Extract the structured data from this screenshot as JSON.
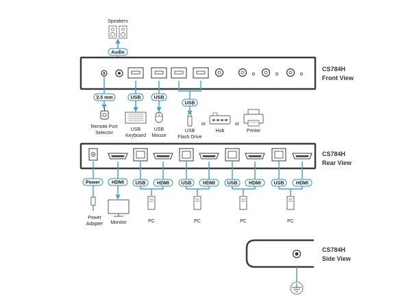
{
  "colors": {
    "line": "#4aa3c8",
    "device": "#3a3a3a",
    "outline": "#555555",
    "badge_fill": "#ffffff"
  },
  "views": {
    "front": {
      "model": "CS784H",
      "name": "Front View"
    },
    "rear": {
      "model": "CS784H",
      "name": "Rear View"
    },
    "side": {
      "model": "CS784H",
      "name": "Side View"
    }
  },
  "front": {
    "speakers_label": "Speakers",
    "audio_badge": "Audio",
    "mm_badge": "2.5 mm",
    "usb_badge_1": "USB",
    "usb_badge_2": "USB",
    "usb_badge_3": "USB",
    "remote_label": [
      "Remote Port",
      "Selector"
    ],
    "keyboard_label": [
      "USB",
      "Keyboard"
    ],
    "mouse_label": [
      "USB",
      "Mouse"
    ],
    "flash_label": [
      "USB",
      "Flash Drive"
    ],
    "or_1": "or",
    "or_2": "or",
    "hub_label": "Hub",
    "printer_label": "Printer"
  },
  "rear": {
    "power_badge": "Power",
    "hdmi_badge": "HDMI",
    "power_label": [
      "Power",
      "Adapter"
    ],
    "monitor_label": "Monitor",
    "pc_badges": [
      {
        "usb": "USB",
        "hdmi": "HDMI",
        "pc": "PC"
      },
      {
        "usb": "USB",
        "hdmi": "HDMI",
        "pc": "PC"
      },
      {
        "usb": "USB",
        "hdmi": "HDMI",
        "pc": "PC"
      },
      {
        "usb": "USB",
        "hdmi": "HDMI",
        "pc": "PC"
      }
    ]
  },
  "icons": [
    "speakers-icon",
    "keyboard-icon",
    "mouse-icon",
    "flash-drive-icon",
    "hub-icon",
    "printer-icon",
    "remote-selector-icon",
    "power-adapter-icon",
    "monitor-icon",
    "pc-tower-icon",
    "ground-icon"
  ]
}
